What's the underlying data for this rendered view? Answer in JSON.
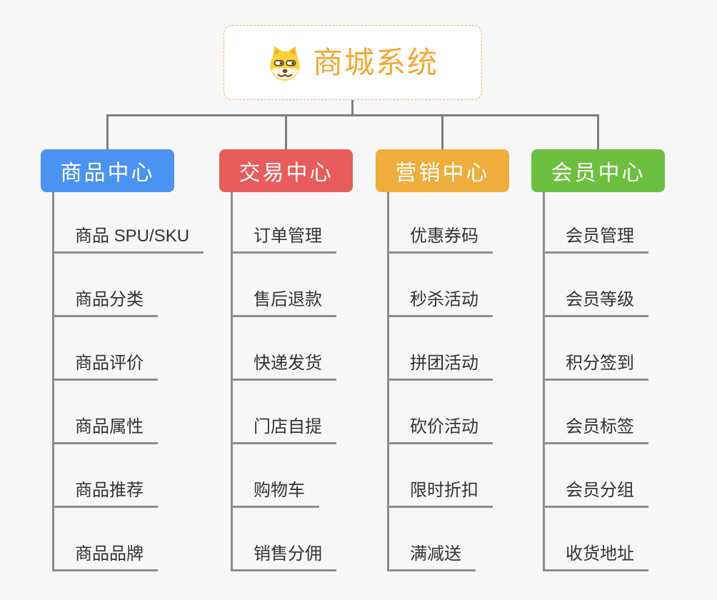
{
  "root": {
    "title": "商城系统",
    "icon": "dog-face-icon",
    "text_color": "#F2A93B",
    "border_color": "#E9B868"
  },
  "branches": [
    {
      "label": "商品中心",
      "color": "#4B93F1",
      "children": [
        "商品 SPU/SKU",
        "商品分类",
        "商品评价",
        "商品属性",
        "商品推荐",
        "商品品牌"
      ]
    },
    {
      "label": "交易中心",
      "color": "#E85C5B",
      "children": [
        "订单管理",
        "售后退款",
        "快递发货",
        "门店自提",
        "购物车",
        "销售分佣"
      ]
    },
    {
      "label": "营销中心",
      "color": "#EEAD3D",
      "children": [
        "优惠券码",
        "秒杀活动",
        "拼团活动",
        "砍价活动",
        "限时折扣",
        "满减送"
      ]
    },
    {
      "label": "会员中心",
      "color": "#6CBF3F",
      "children": [
        "会员管理",
        "会员等级",
        "积分签到",
        "会员标签",
        "会员分组",
        "收货地址"
      ]
    }
  ],
  "colors": {
    "background": "#F7F7F7",
    "connector": "#7E7E7E",
    "leaf_line": "#8D8D8D",
    "leaf_text": "#333333"
  }
}
